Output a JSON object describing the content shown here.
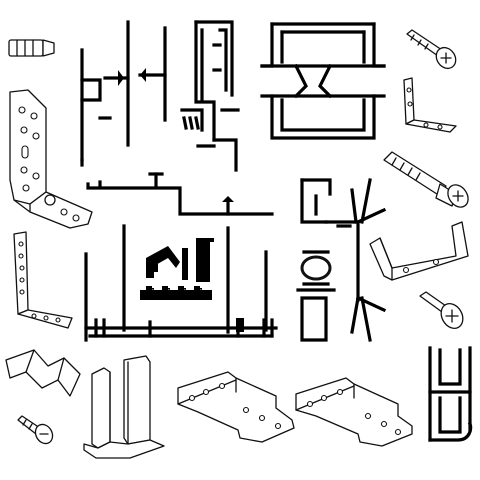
{
  "image": {
    "background": "#ffffff",
    "ink": "#000000"
  },
  "items": [
    {
      "id": "set-screw",
      "kind": "fastener"
    },
    {
      "id": "countersunk-screw-top",
      "kind": "fastener"
    },
    {
      "id": "tall-perforated-angle-bracket",
      "kind": "bracket"
    },
    {
      "id": "small-angle-bracket",
      "kind": "bracket"
    },
    {
      "id": "post-profile",
      "kind": "extrusion"
    },
    {
      "id": "frame-profile",
      "kind": "extrusion"
    },
    {
      "id": "double-channel-profile",
      "kind": "extrusion"
    },
    {
      "id": "wall-anchor-screw",
      "kind": "fastener"
    },
    {
      "id": "t-rail-profile",
      "kind": "extrusion"
    },
    {
      "id": "narrow-perforated-angle-bracket",
      "kind": "bracket"
    },
    {
      "id": "base-track-profile",
      "kind": "extrusion"
    },
    {
      "id": "clip-profile",
      "kind": "extrusion"
    },
    {
      "id": "u-channel-bracket",
      "kind": "bracket"
    },
    {
      "id": "pan-head-screw",
      "kind": "fastener"
    },
    {
      "id": "sheet-metal-clip",
      "kind": "clip"
    },
    {
      "id": "small-screw",
      "kind": "fastener"
    },
    {
      "id": "twin-post-bracket",
      "kind": "bracket"
    },
    {
      "id": "mounting-plate-left",
      "kind": "plate"
    },
    {
      "id": "mounting-plate-right",
      "kind": "plate"
    },
    {
      "id": "h-profile",
      "kind": "extrusion"
    }
  ]
}
